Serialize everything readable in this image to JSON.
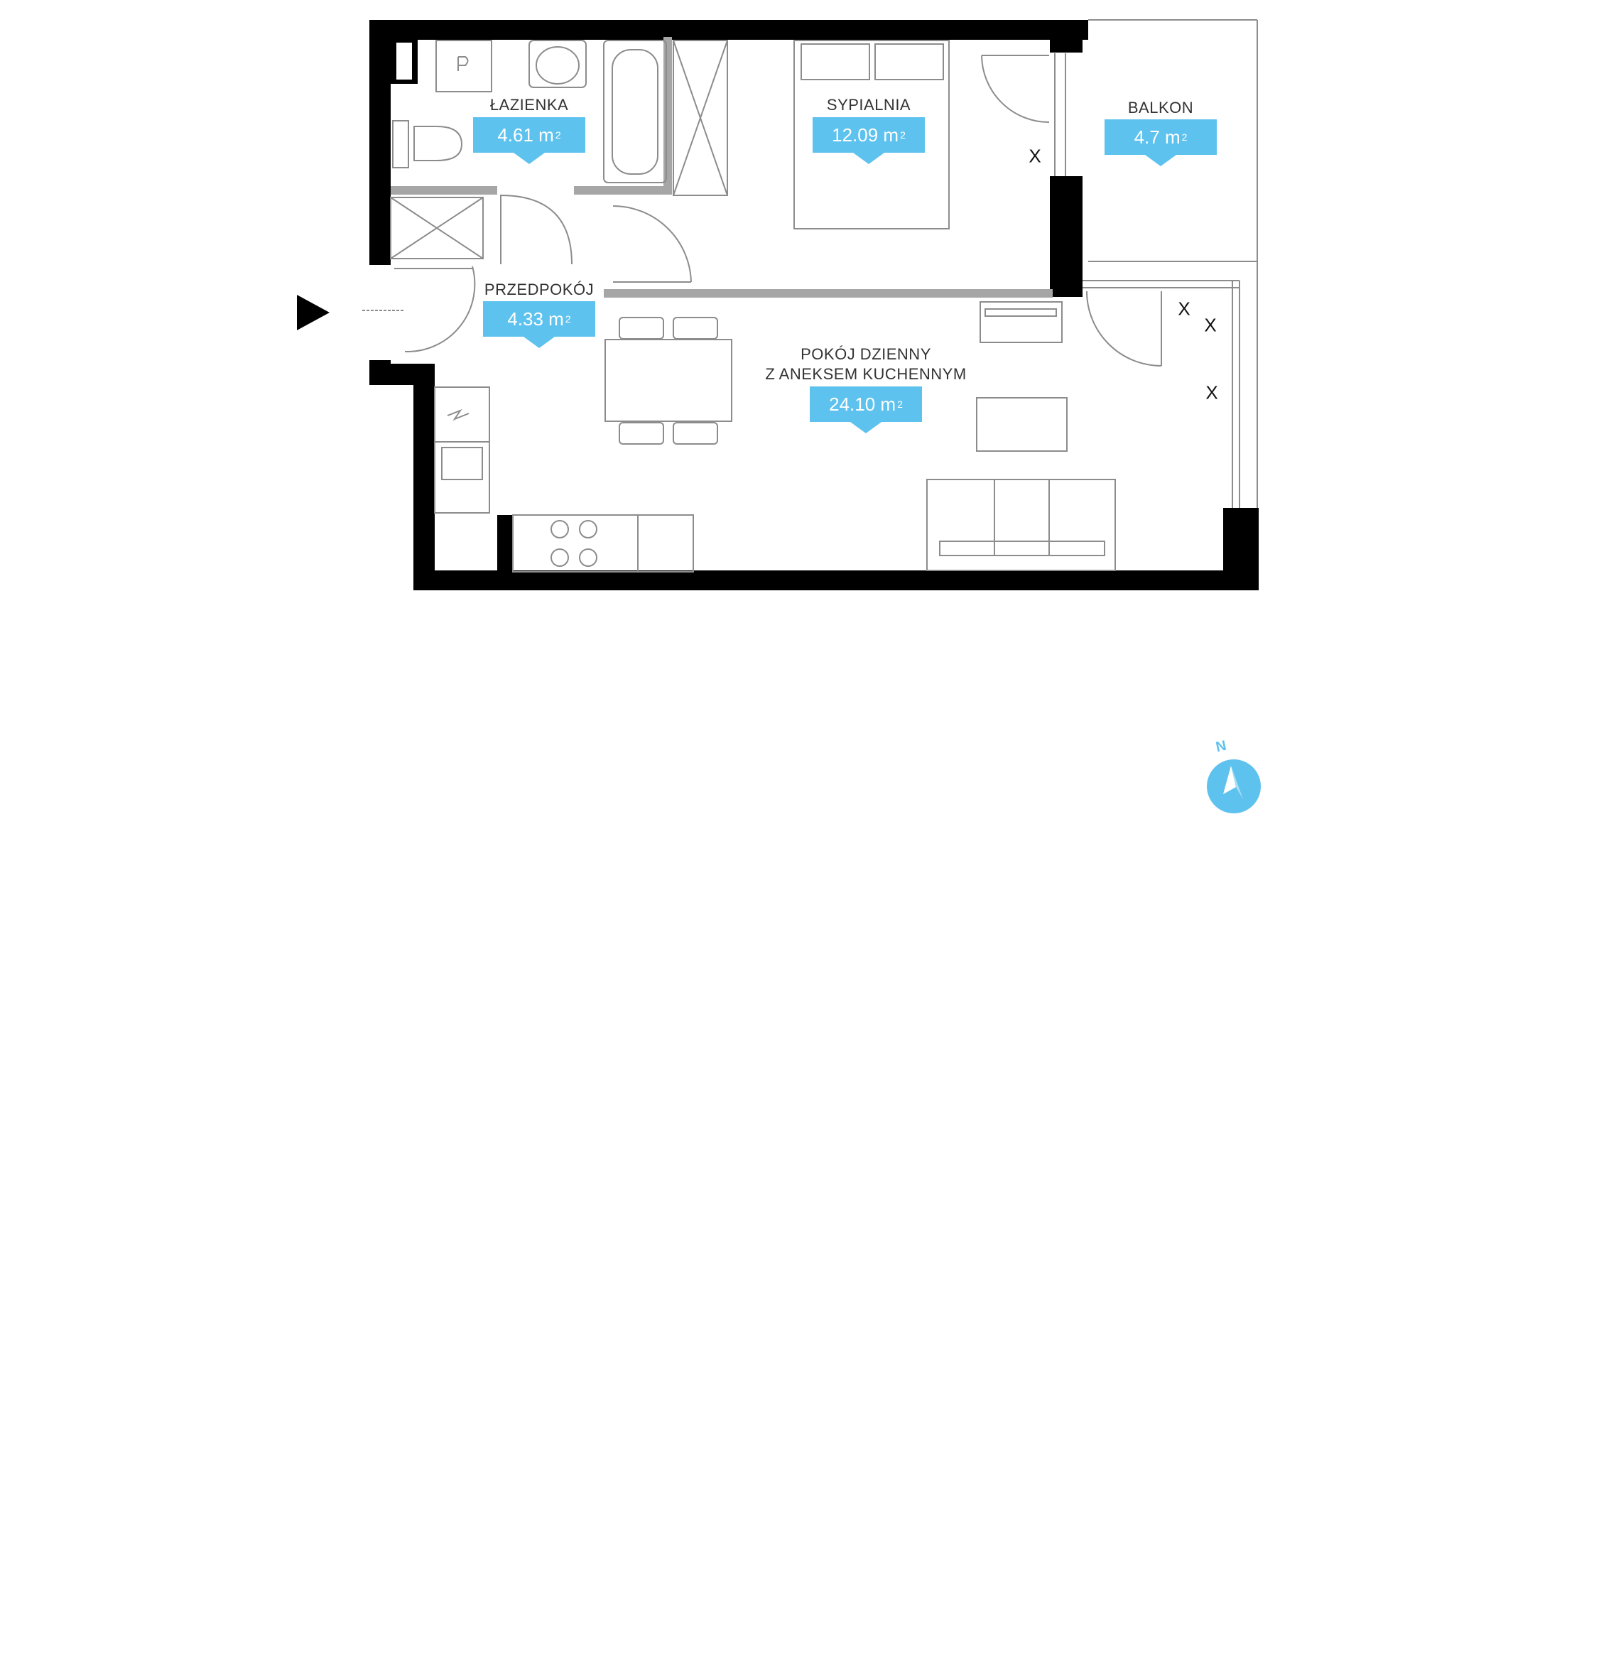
{
  "rooms": {
    "lazienka": {
      "name": "ŁAZIENKA",
      "area": "4.61 m",
      "unit_sup": "2"
    },
    "sypialnia": {
      "name": "SYPIALNIA",
      "area": "12.09 m",
      "unit_sup": "2"
    },
    "balkon": {
      "name": "BALKON",
      "area": "4.7 m",
      "unit_sup": "2"
    },
    "przedpokoj": {
      "name": "PRZEDPOKÓJ",
      "area": "4.33 m",
      "unit_sup": "2"
    },
    "pokoj": {
      "name_line1": "POKÓJ DZIENNY",
      "name_line2": "Z ANEKSEM KUCHENNYM",
      "area": "24.10 m",
      "unit_sup": "2"
    }
  },
  "marks": {
    "window_mark": "X"
  },
  "compass": {
    "label": "N",
    "color": "#5ec2ee"
  },
  "colors": {
    "wall": "#000000",
    "partition": "#a6a6a6",
    "accent": "#5ec2ee",
    "furniture_line": "#8c8c8c"
  }
}
